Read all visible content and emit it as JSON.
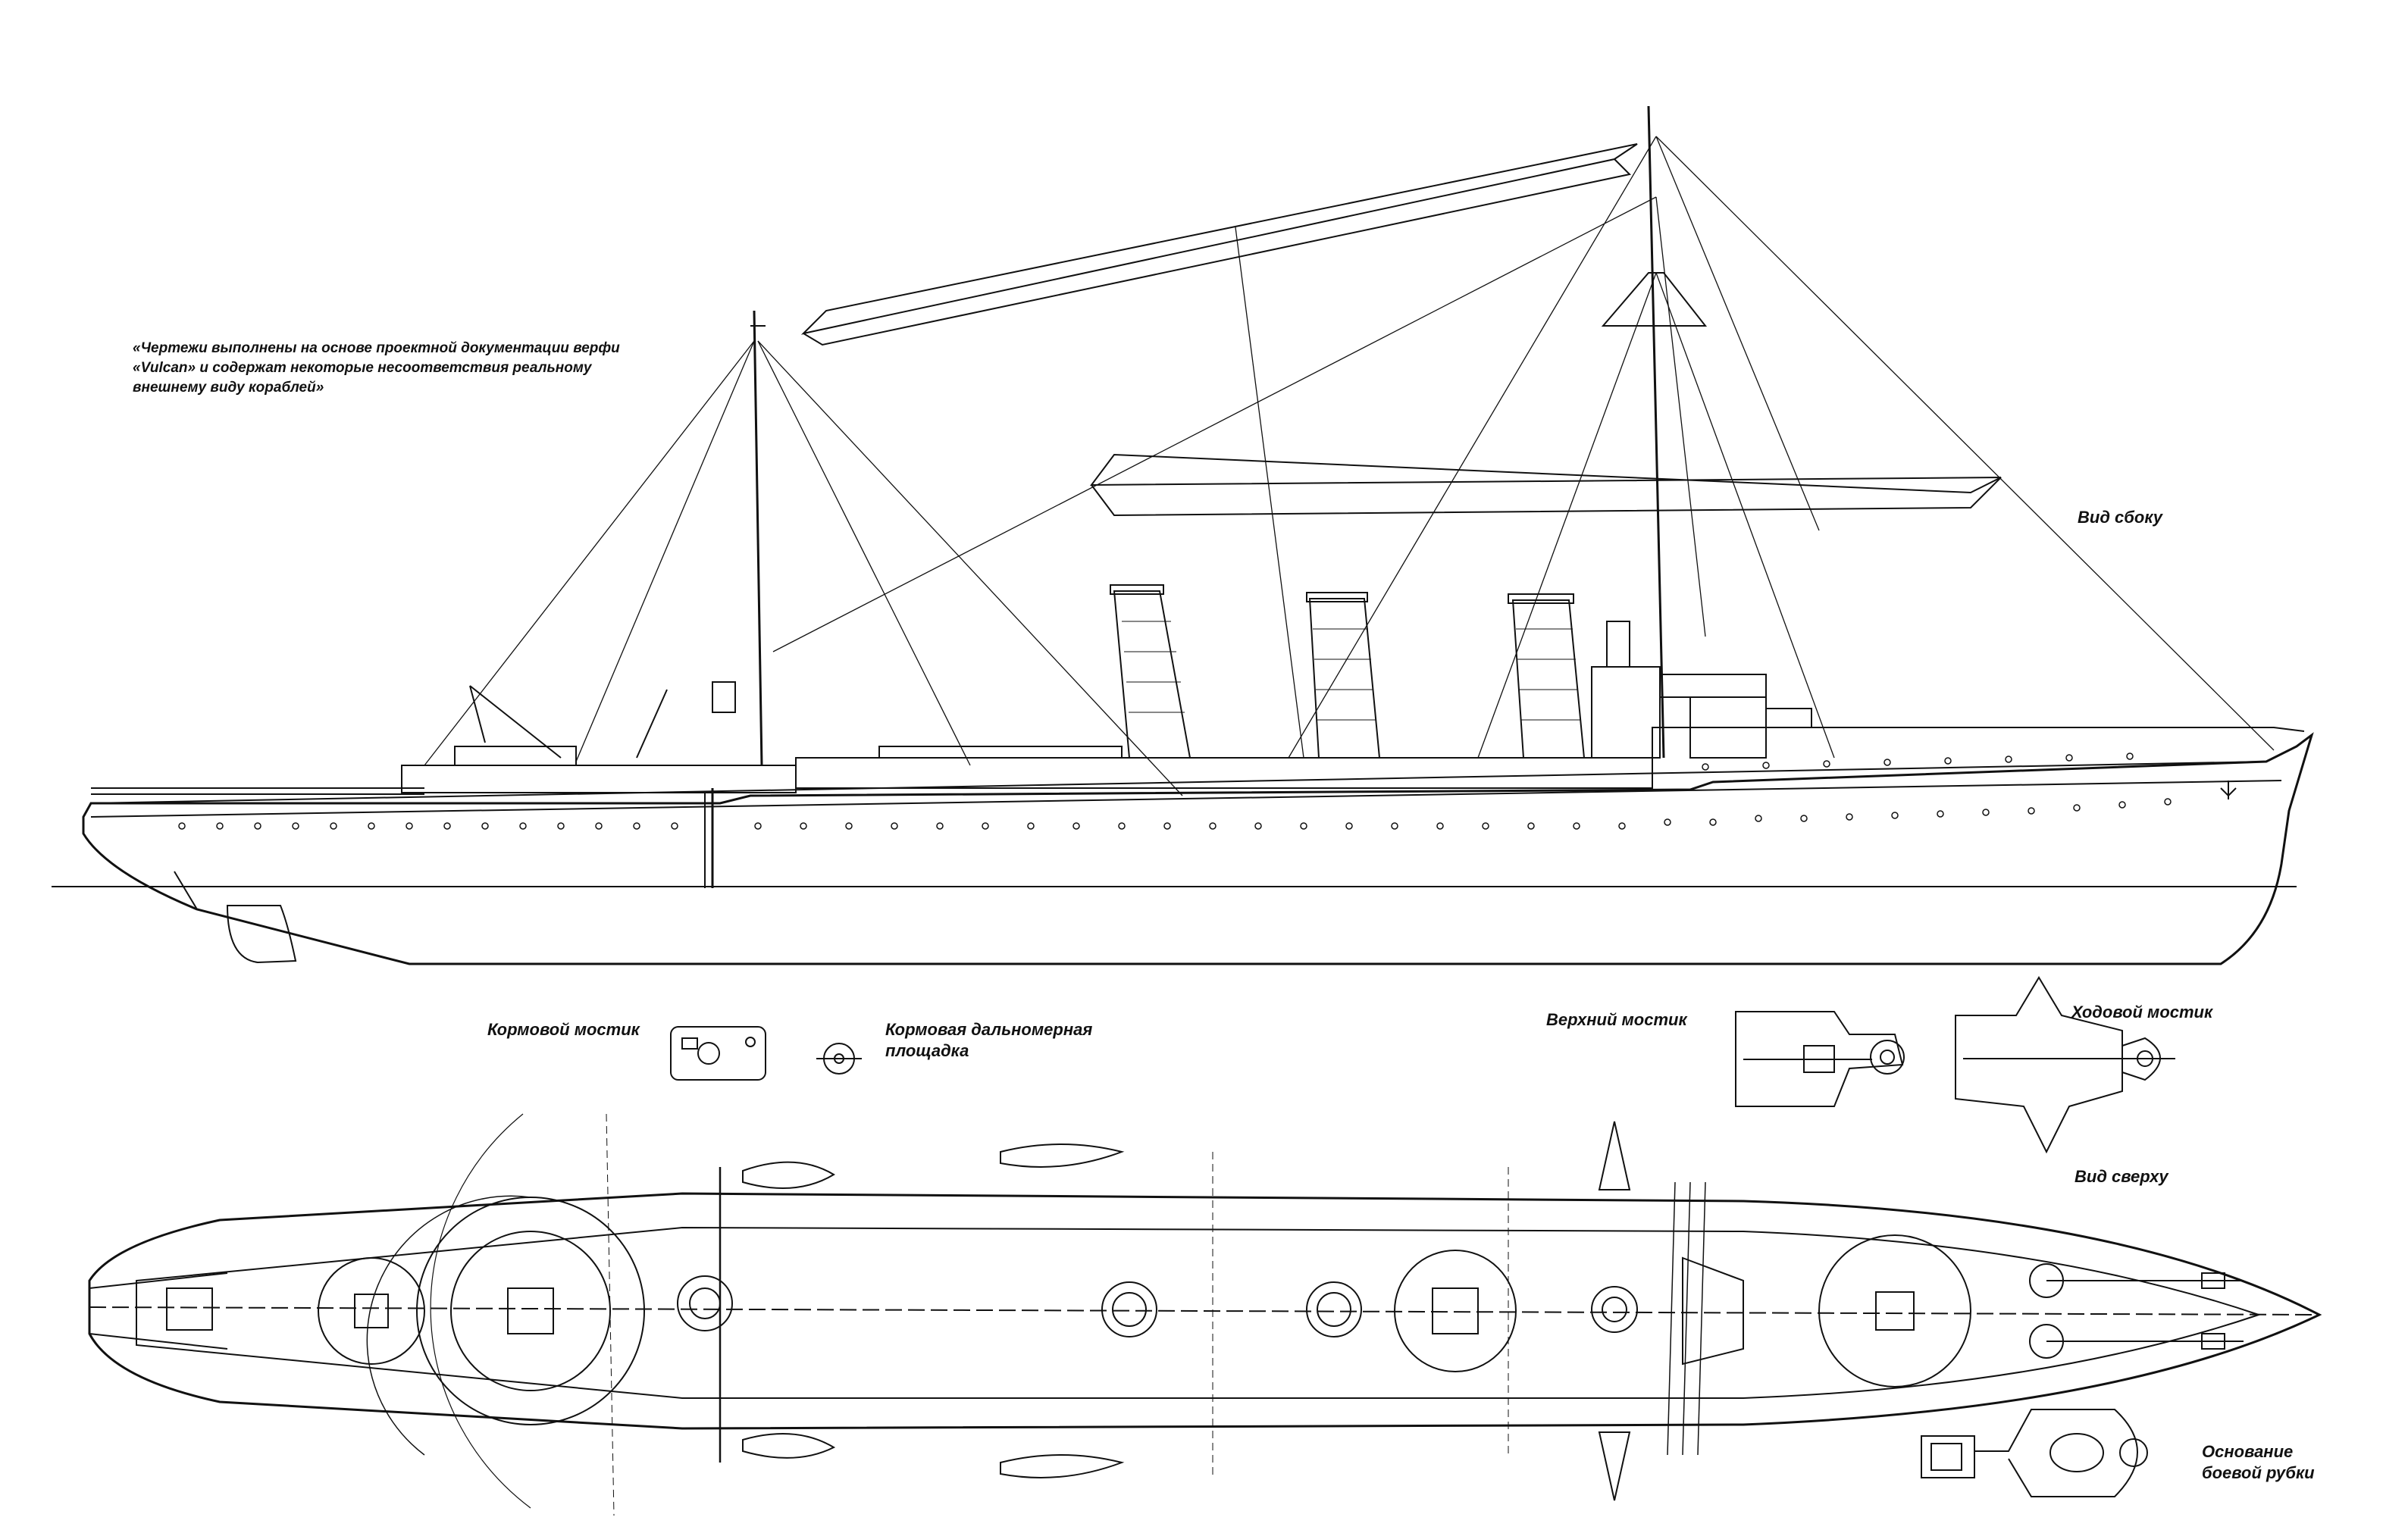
{
  "note": {
    "lines": [
      "«Чертежи выполнены на основе проектной документации верфи",
      "«Vulcan» и содержат некоторые несоответствия реальному",
      "внешнему виду кораблей»"
    ]
  },
  "labels": {
    "side_view": "Вид сбоку",
    "top_view": "Вид сверху",
    "aft_bridge": "Кормовой мостик",
    "aft_rangefinder_line1": "Кормовая дальномерная",
    "aft_rangefinder_line2": "площадка",
    "upper_bridge": "Верхний мостик",
    "nav_bridge": "Ходовой мостик",
    "conning_base_line1": "Основание",
    "conning_base_line2": "боевой рубки"
  },
  "colors": {
    "ink": "#111111",
    "paper": "#ffffff"
  }
}
